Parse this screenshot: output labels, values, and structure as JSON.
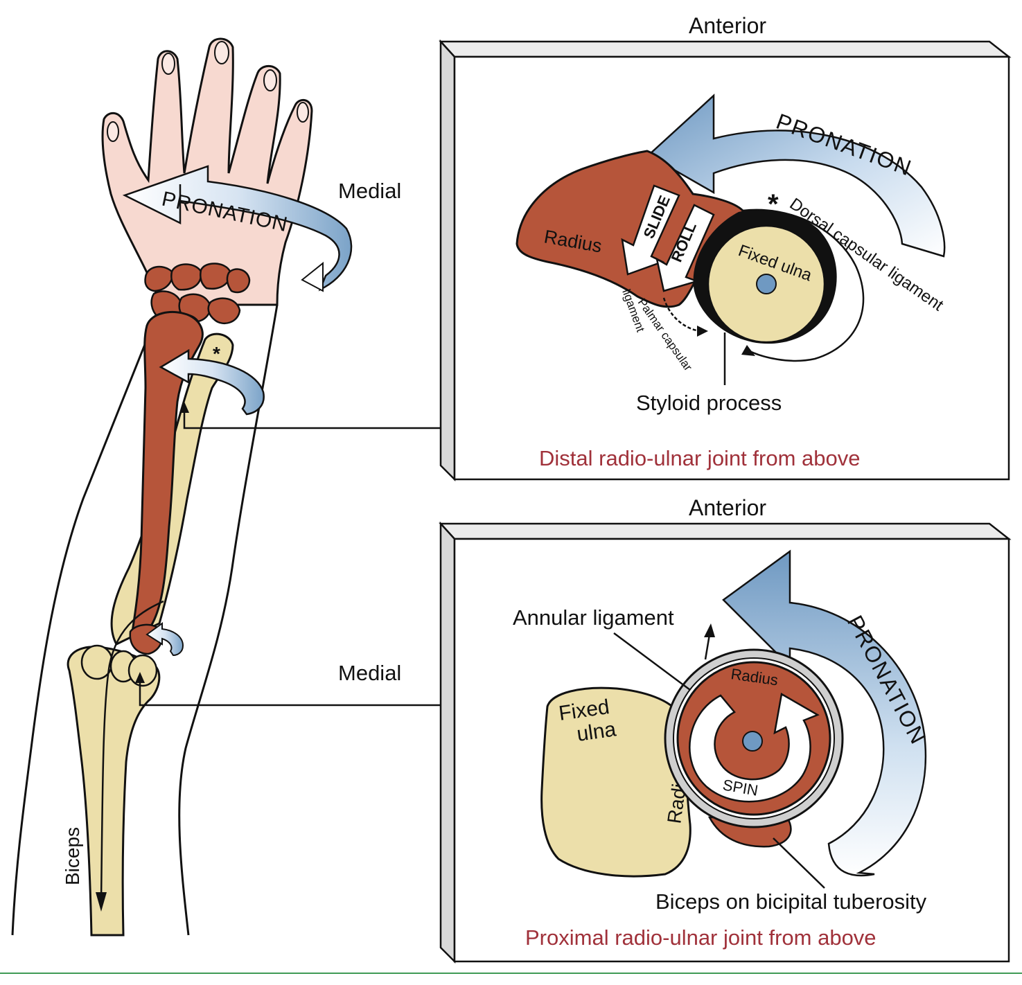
{
  "labels": {
    "medial_top": "Medial",
    "medial_bottom": "Medial",
    "biceps": "Biceps",
    "asterisk": "*",
    "hand_pronation": "PRONATION"
  },
  "distal": {
    "anterior": "Anterior",
    "pronation": "PRONATION",
    "radius": "Radius",
    "slide": "SLIDE",
    "roll": "ROLL",
    "fixed_ulna": "Fixed ulna",
    "dorsal_ligament": "Dorsal capsular ligament",
    "palmar_ligament_1": "Palmar capsular",
    "palmar_ligament_2": "ligament",
    "styloid": "Styloid process",
    "caption": "Distal radio-ulnar joint from above",
    "asterisk": "*"
  },
  "proximal": {
    "anterior": "Anterior",
    "pronation": "PRONATION",
    "annular": "Annular ligament",
    "radius": "Radius",
    "fixed_ulna_1": "Fixed",
    "fixed_ulna_2": "ulna",
    "radial_notch": "Radial notch",
    "spin": "SPIN",
    "biceps_tuberosity": "Biceps on bicipital tuberosity",
    "caption": "Proximal radio-ulnar joint from above"
  },
  "colors": {
    "bone_radius": "#b6553a",
    "bone_ulna": "#ecdfaa",
    "skin": "#f7d9d0",
    "arrow_blue": "#7ba3c8",
    "caption_red": "#a0313a",
    "panel_side": "#d9d9d9",
    "bottom_rule": "#3f9a55"
  }
}
